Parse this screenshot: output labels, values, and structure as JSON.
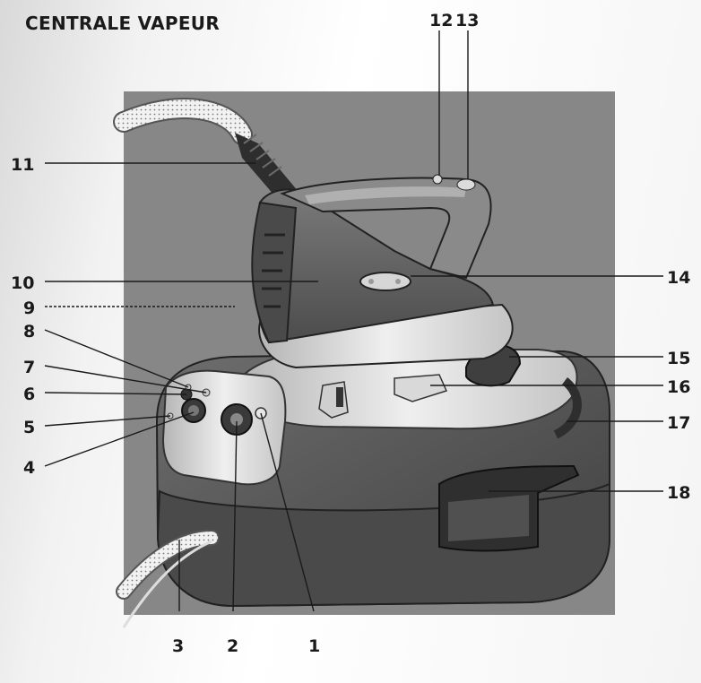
{
  "title": "CENTRALE VAPEUR",
  "callouts": [
    {
      "id": "c1",
      "label": "1"
    },
    {
      "id": "c2",
      "label": "2"
    },
    {
      "id": "c3",
      "label": "3"
    },
    {
      "id": "c4",
      "label": "4"
    },
    {
      "id": "c5",
      "label": "5"
    },
    {
      "id": "c6",
      "label": "6"
    },
    {
      "id": "c7",
      "label": "7"
    },
    {
      "id": "c8",
      "label": "8"
    },
    {
      "id": "c9",
      "label": "9"
    },
    {
      "id": "c10",
      "label": "10"
    },
    {
      "id": "c11",
      "label": "11"
    },
    {
      "id": "c12",
      "label": "12"
    },
    {
      "id": "c13",
      "label": "13"
    },
    {
      "id": "c14",
      "label": "14"
    },
    {
      "id": "c15",
      "label": "15"
    },
    {
      "id": "c16",
      "label": "16"
    },
    {
      "id": "c17",
      "label": "17"
    },
    {
      "id": "c18",
      "label": "18"
    }
  ],
  "colors": {
    "panel": "#878787",
    "body": "#5a5a5a",
    "body_dark": "#3d3d3d",
    "silver": "#cfcfcf",
    "white": "#efefef",
    "ink": "#1a1a1a"
  }
}
